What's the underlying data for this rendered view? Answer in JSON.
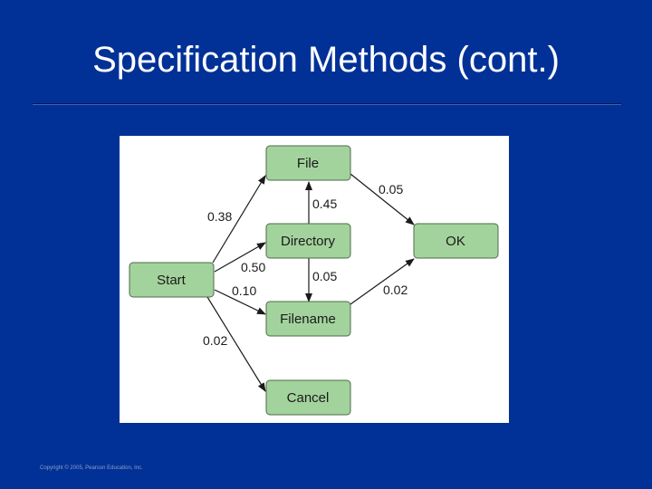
{
  "slide": {
    "title": "Specification Methods (cont.)",
    "copyright": "Copyright © 2005, Pearson Education, Inc."
  },
  "diagram": {
    "nodes": [
      {
        "id": "file",
        "label": "File"
      },
      {
        "id": "directory",
        "label": "Directory"
      },
      {
        "id": "ok",
        "label": "OK"
      },
      {
        "id": "start",
        "label": "Start"
      },
      {
        "id": "filename",
        "label": "Filename"
      },
      {
        "id": "cancel",
        "label": "Cancel"
      }
    ],
    "edges": [
      {
        "from": "start",
        "to": "file",
        "label": "0.38"
      },
      {
        "from": "start",
        "to": "directory",
        "label": "0.50"
      },
      {
        "from": "start",
        "to": "filename",
        "label": "0.10"
      },
      {
        "from": "start",
        "to": "cancel",
        "label": "0.02"
      },
      {
        "from": "directory",
        "to": "file",
        "label": "0.45"
      },
      {
        "from": "directory",
        "to": "filename",
        "label": "0.05"
      },
      {
        "from": "file",
        "to": "ok",
        "label": "0.05"
      },
      {
        "from": "filename",
        "to": "ok",
        "label": "0.02"
      }
    ],
    "colors": {
      "node_fill": "#a3d39c",
      "slide_background": "#013197"
    }
  }
}
